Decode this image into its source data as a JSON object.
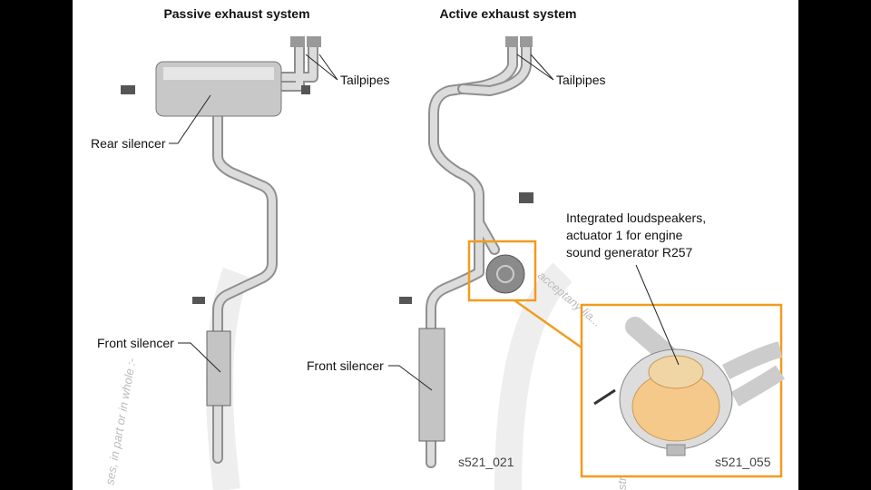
{
  "passive": {
    "title": "Passive exhaust system",
    "tailpipes": "Tailpipes",
    "rear_silencer": "Rear silencer",
    "front_silencer": "Front silencer"
  },
  "active": {
    "title": "Active exhaust system",
    "tailpipes": "Tailpipes",
    "front_silencer": "Front silencer",
    "figure_code": "s521_021"
  },
  "detail": {
    "label_lines": [
      "Integrated loudspeakers,",
      "actuator 1 for engine",
      "sound generator R257"
    ],
    "figure_code": "s521_055"
  },
  "watermark": {
    "left": "ses, in part or in whole :-",
    "middle": "acceptany lia...",
    "bottom": "str"
  },
  "colors": {
    "highlight": "#f29b1d",
    "speaker": "#f0d6a4"
  }
}
